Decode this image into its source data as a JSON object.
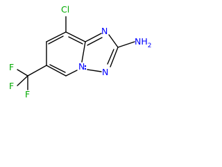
{
  "molecule": {
    "atoms": [
      {
        "id": "Cl",
        "label": "Cl",
        "color": "#00aa00"
      },
      {
        "id": "N1",
        "label": "N",
        "color": "#0000ff"
      },
      {
        "id": "NH",
        "label": "NH",
        "color": "#0000ff"
      },
      {
        "id": "N5",
        "label": "N",
        "color": "#0000ff"
      },
      {
        "id": "N7",
        "label": "N",
        "color": "#0000ff"
      },
      {
        "id": "F1",
        "label": "F",
        "color": "#00aa00"
      },
      {
        "id": "F2",
        "label": "F",
        "color": "#00aa00"
      },
      {
        "id": "F3",
        "label": "F",
        "color": "#00aa00"
      }
    ],
    "amine_subscript": "2"
  }
}
